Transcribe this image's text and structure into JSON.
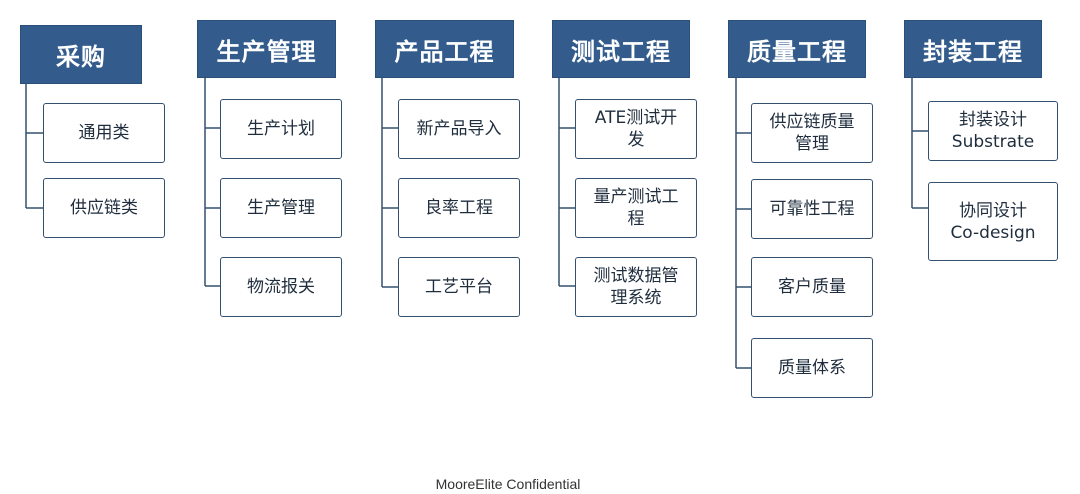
{
  "colors": {
    "header_bg": "#335c8c",
    "header_text": "#ffffff",
    "box_border": "#33506f",
    "connector": "#33506f"
  },
  "columns": [
    {
      "title": "采购",
      "items": [
        "通用类",
        "供应链类"
      ]
    },
    {
      "title": "生产管理",
      "items": [
        "生产计划",
        "生产管理",
        "物流报关"
      ]
    },
    {
      "title": "产品工程",
      "items": [
        "新产品导入",
        "良率工程",
        "工艺平台"
      ]
    },
    {
      "title": "测试工程",
      "items": [
        "ATE测试开\n发",
        "量产测试工\n程",
        "测试数据管\n理系统"
      ]
    },
    {
      "title": "质量工程",
      "items": [
        "供应链质量\n管理",
        "可靠性工程",
        "客户质量",
        "质量体系"
      ]
    },
    {
      "title": "封装工程",
      "items": [
        "封装设计\nSubstrate",
        "协同设计\nCo-design"
      ]
    }
  ],
  "footer": "MooreElite Confidential"
}
